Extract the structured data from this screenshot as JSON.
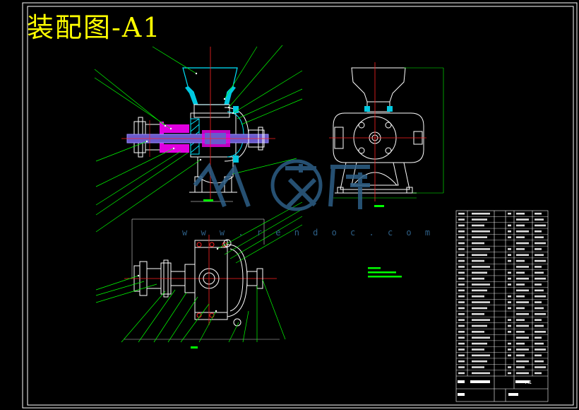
{
  "drawing": {
    "title": "装配图-A1",
    "watermark_url": "w w w . r e n d o c . c o m"
  },
  "bom": {
    "rows": 28,
    "title_block_label": "A1"
  },
  "colors": {
    "background": "#000000",
    "frame": "#ffffff",
    "title": "#ffff00",
    "leader": "#00ff00",
    "centerline": "#ff2222",
    "hatch": "#00e5ff",
    "gear": "#e100e1",
    "shaft": "#6a5acd",
    "watermark": "#2d5f86"
  }
}
